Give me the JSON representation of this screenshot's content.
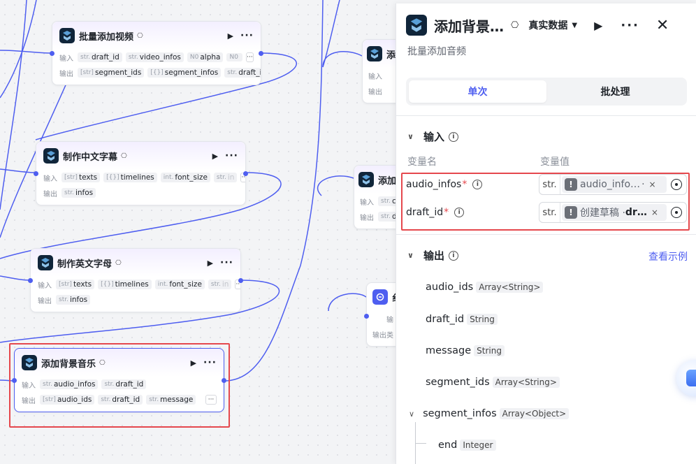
{
  "nodes": {
    "batch_video": {
      "title": "批量添加视频",
      "in_label": "输入",
      "out_label": "输出",
      "inputs": [
        {
          "type": "str.",
          "name": "draft_id"
        },
        {
          "type": "str.",
          "name": "video_infos"
        },
        {
          "type": "N0",
          "name": "alpha"
        },
        {
          "type": "N0",
          "name": ""
        }
      ],
      "outputs": [
        {
          "type": "[str]",
          "name": "segment_ids"
        },
        {
          "type": "[{}]",
          "name": "segment_infos"
        },
        {
          "type": "str.",
          "name": "draft_id"
        }
      ]
    },
    "cn_subtitle": {
      "title": "制作中文字幕",
      "in_label": "输入",
      "out_label": "输出",
      "inputs": [
        {
          "type": "[str]",
          "name": "texts"
        },
        {
          "type": "[{}]",
          "name": "timelines"
        },
        {
          "type": "int.",
          "name": "font_size"
        },
        {
          "type": "str.",
          "name": "in"
        }
      ],
      "outputs": [
        {
          "type": "str.",
          "name": "infos"
        }
      ]
    },
    "en_subtitle": {
      "title": "制作英文字母",
      "in_label": "输入",
      "out_label": "输出",
      "inputs": [
        {
          "type": "[str]",
          "name": "texts"
        },
        {
          "type": "[{}]",
          "name": "timelines"
        },
        {
          "type": "int.",
          "name": "font_size"
        },
        {
          "type": "str.",
          "name": "in"
        }
      ],
      "outputs": [
        {
          "type": "str.",
          "name": "infos"
        }
      ]
    },
    "bg_music": {
      "title": "添加背景音乐",
      "in_label": "输入",
      "out_label": "输出",
      "inputs": [
        {
          "type": "str.",
          "name": "audio_infos"
        },
        {
          "type": "str.",
          "name": "draft_id"
        }
      ],
      "outputs": [
        {
          "type": "[str]",
          "name": "audio_ids"
        },
        {
          "type": "str.",
          "name": "draft_id"
        },
        {
          "type": "str.",
          "name": "message"
        },
        {
          "type": "",
          "name": ""
        }
      ]
    },
    "right_top": {
      "title": "添",
      "in_label": "输入",
      "out_label": "输出",
      "in_chip": "",
      "out_chip": ""
    },
    "right_mid": {
      "title": "添加",
      "in_label": "输入",
      "out_label": "输出",
      "in_chip_type": "str.",
      "in_chip": "c",
      "out_chip_type": "str.",
      "out_chip": "d"
    },
    "right_bottom": {
      "title": "纟",
      "in_label": "输",
      "out_label": "输出类"
    }
  },
  "panel": {
    "title": "添加背景…",
    "mode": "真实数据",
    "subtitle": "批量添加音频",
    "tabs": [
      "单次",
      "批处理"
    ],
    "input_section": "输入",
    "col_name": "变量名",
    "col_value": "变量值",
    "variables": [
      {
        "name": "audio_infos",
        "required": "*",
        "type": "str.",
        "ref": "audio_info…",
        "ref_tail": ""
      },
      {
        "name": "draft_id",
        "required": "*",
        "type": "str.",
        "ref": "创建草稿 · ",
        "ref_tail": "dr…"
      }
    ],
    "output_section": "输出",
    "example_link": "查看示例",
    "outputs": [
      {
        "name": "audio_ids",
        "type": "Array<String>"
      },
      {
        "name": "draft_id",
        "type": "String"
      },
      {
        "name": "message",
        "type": "String"
      },
      {
        "name": "segment_ids",
        "type": "Array<String>"
      },
      {
        "name": "segment_infos",
        "type": "Array<Object>"
      },
      {
        "name": "end",
        "type": "Integer"
      }
    ]
  },
  "colors": {
    "accent": "#4e5ef0",
    "highlight": "#e5484d",
    "edge": "#4e5ef0"
  }
}
